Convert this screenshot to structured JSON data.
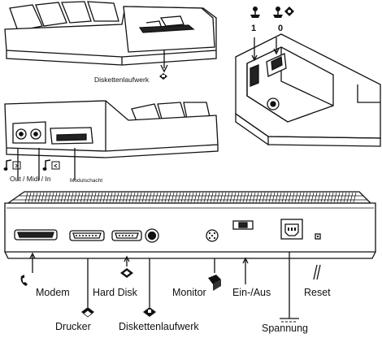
{
  "top_left": {
    "label": "Diskettenlaufwerk"
  },
  "top_right": {
    "port1": "1",
    "port0": "0"
  },
  "middle_left": {
    "ports_label": "Out / Midi / In",
    "slot_label": "Modulschacht"
  },
  "rear_panel": {
    "labels": {
      "modem": "Modem",
      "drucker": "Drucker",
      "hard_disk": "Hard Disk",
      "disk": "Diskettenlaufwerk",
      "monitor": "Monitor",
      "power_switch": "Ein-/Aus",
      "reset": "Reset",
      "power": "Spannung"
    }
  }
}
